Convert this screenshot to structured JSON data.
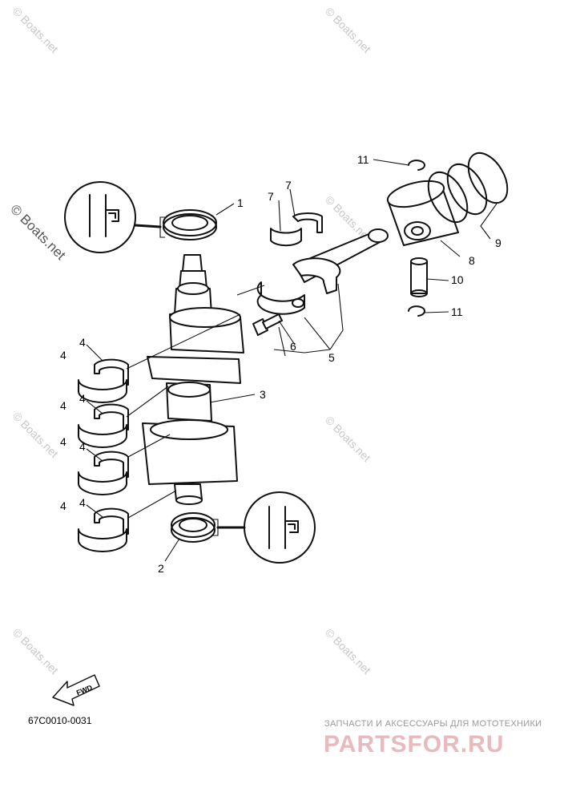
{
  "diagram_code": "67C0010-0031",
  "fwd_label": "FWD",
  "watermark": {
    "copyright_text": "© Boats.net",
    "tile_text": "© Boats.net"
  },
  "branding": {
    "tagline": "ЗАПЧАСТИ И АКСЕССУАРЫ ДЛЯ МОТОТЕХНИКИ",
    "site": "PARTSFOR.RU"
  },
  "callouts": {
    "c1": "1",
    "c2": "2",
    "c3": "3",
    "c4a": "4",
    "c4b": "4",
    "c4c": "4",
    "c4d": "4",
    "c4e": "4",
    "c4f": "4",
    "c4g": "4",
    "c4h": "4",
    "c5": "5",
    "c6": "6",
    "c7a": "7",
    "c7b": "7",
    "c8": "8",
    "c9": "9",
    "c10": "10",
    "c11a": "11",
    "c11b": "11"
  },
  "colors": {
    "line": "#111111",
    "watermark": "#c8c8c8",
    "brand": "#e8b9bd"
  }
}
